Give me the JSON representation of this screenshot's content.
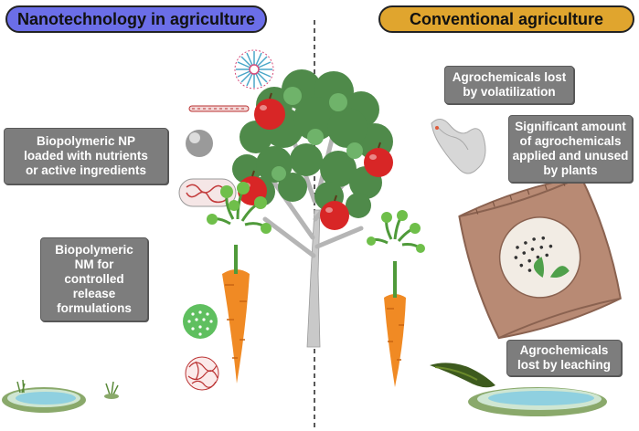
{
  "left_panel": {
    "title": "Nanotechnology in agriculture",
    "title_color": "#6b6ee8",
    "box_np": [
      "Biopolymeric NP",
      "loaded with nutrients",
      "or active ingredients"
    ],
    "box_nm": [
      "Biopolymeric",
      "NM for",
      "controlled",
      "release",
      "formulations"
    ]
  },
  "right_panel": {
    "title": "Conventional agriculture",
    "title_color": "#e0a52e",
    "box_volatilization": [
      "Agrochemicals lost",
      "by volatilization"
    ],
    "box_unused": [
      "Significant amount",
      "of agrochemicals",
      "applied and unused",
      "by plants"
    ],
    "box_leaching": [
      "Agrochemicals",
      "lost by leaching"
    ]
  },
  "icons": [
    "tree-icon",
    "apple-icon",
    "carrot-icon",
    "nanoparticle-sphere-icon",
    "nanofiber-icon",
    "dendrimer-icon",
    "fertilizer-bag-icon",
    "smoke-icon",
    "pond-icon",
    "runoff-icon"
  ]
}
